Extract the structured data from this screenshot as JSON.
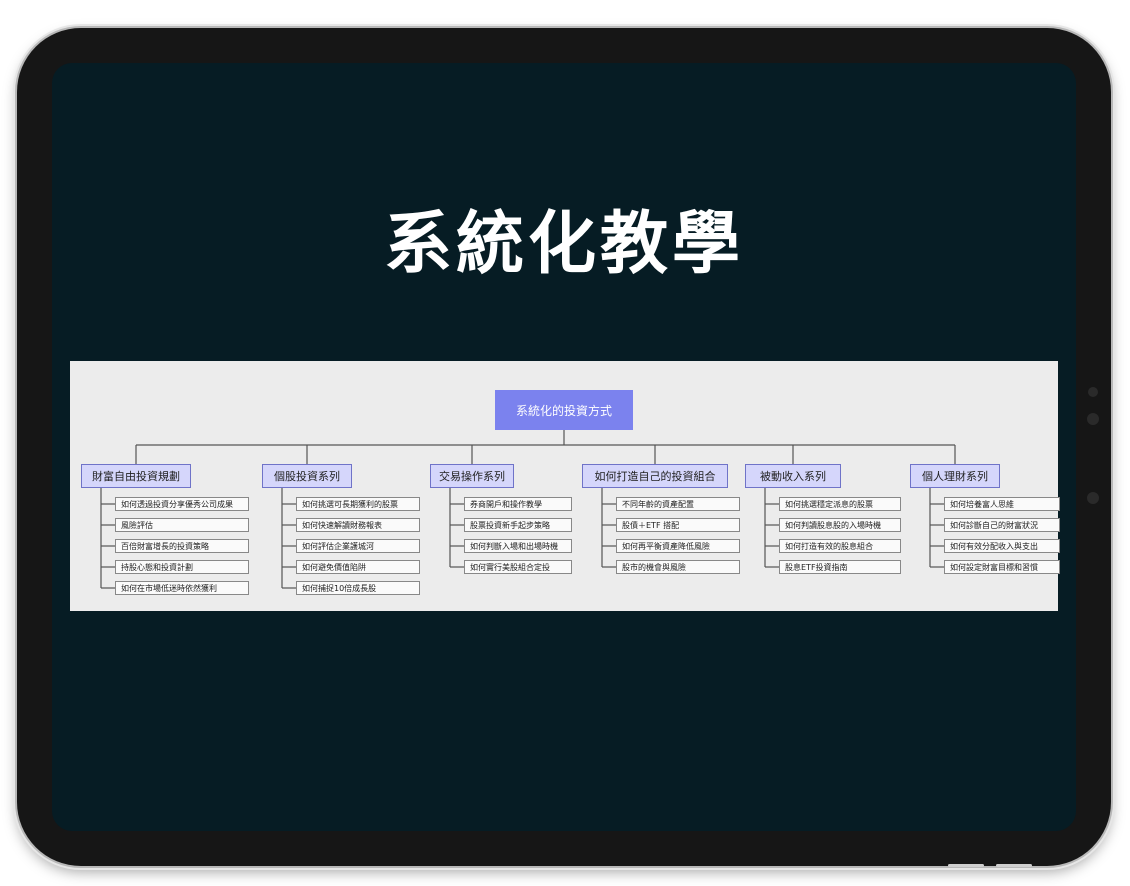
{
  "slide": {
    "title": "系統化教學"
  },
  "mindmap": {
    "root": "系統化的投資方式",
    "branches": [
      {
        "label": "財富自由投資規劃",
        "items": [
          "如何透過投資分享優秀公司成果",
          "風險評估",
          "百倍財富增長的投資策略",
          "持股心態和投資計劃",
          "如何在市場低迷時依然獲利"
        ]
      },
      {
        "label": "個股投資系列",
        "items": [
          "如何挑選可長期獲利的股票",
          "如何快速解讀財務報表",
          "如何評估企業護城河",
          "如何避免價值陷阱",
          "如何捕捉10倍成長股"
        ]
      },
      {
        "label": "交易操作系列",
        "items": [
          "券商開戶和操作教學",
          "股票投資新手起步策略",
          "如何判斷入場和出場時機",
          "如何實行美股組合定投"
        ]
      },
      {
        "label": "如何打造自己的投資組合",
        "items": [
          "不同年齡的資產配置",
          "股債＋ETF 搭配",
          "如何再平衡資產降低風險",
          "股市的機會與風險"
        ]
      },
      {
        "label": "被動收入系列",
        "items": [
          "如何挑選穩定派息的股票",
          "如何判讀股息股的入場時機",
          "如何打造有效的股息組合",
          "股息ETF投資指南"
        ]
      },
      {
        "label": "個人理財系列",
        "items": [
          "如何培養富人思維",
          "如何診斷自己的財富狀況",
          "如何有效分配收入與支出",
          "如何設定財富目標和習慣"
        ]
      }
    ]
  },
  "colors": {
    "screen_bg": "#061c24",
    "root_fill": "#7b82ee",
    "branch_fill": "#d5d6fb",
    "diagram_bg": "#ececec"
  }
}
